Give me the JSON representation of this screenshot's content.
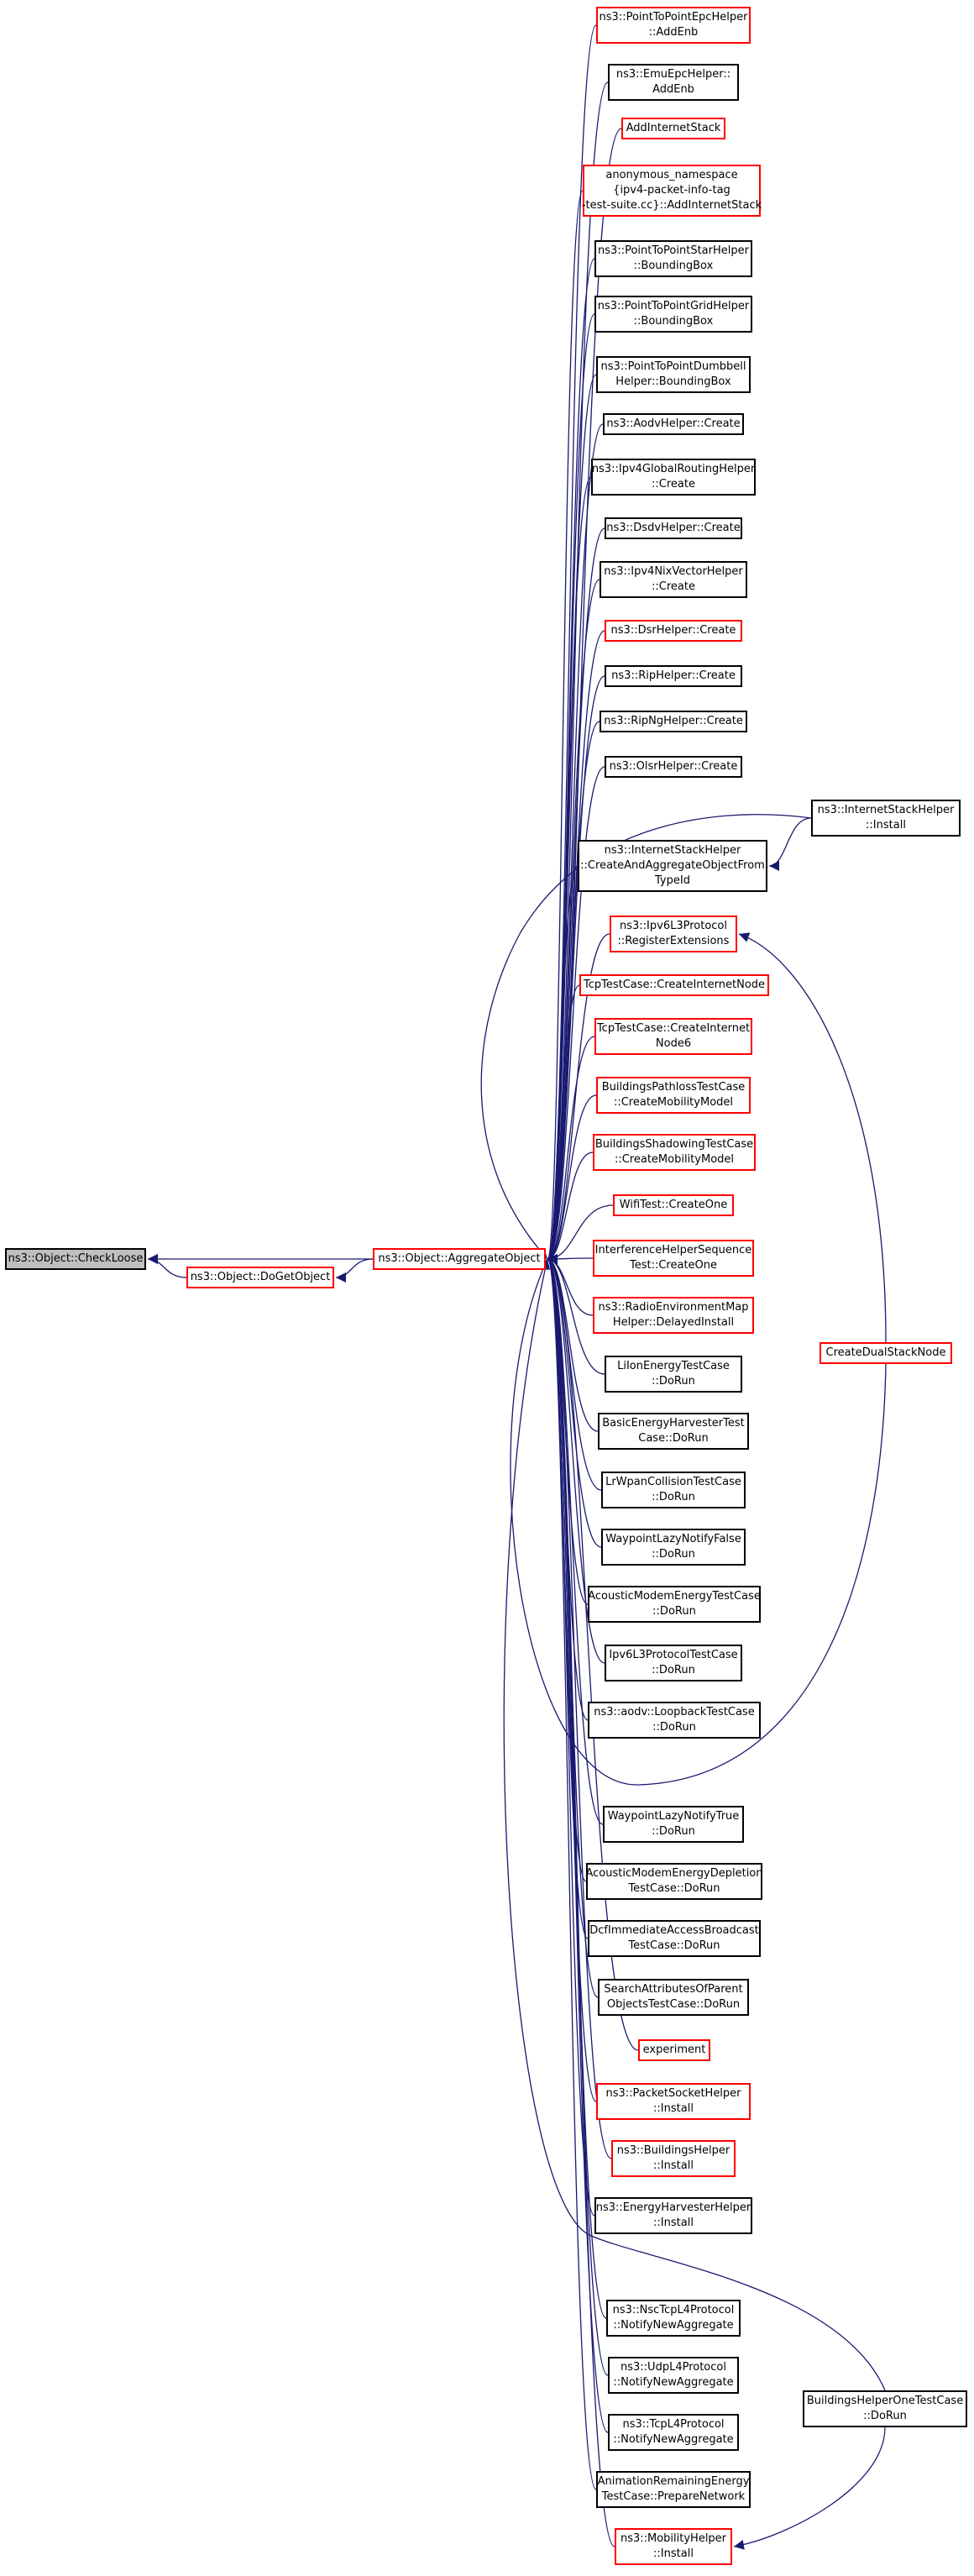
{
  "colors": {
    "edge": "#191970",
    "red_border": "#ff0000",
    "black_border": "#000000",
    "root_fill": "#bfbfbf"
  },
  "nodes": [
    {
      "id": "checkloose",
      "lines": [
        "ns3::Object::CheckLoose"
      ],
      "style": "root"
    },
    {
      "id": "dogetobject",
      "lines": [
        "ns3::Object::DoGetObject"
      ],
      "style": "red"
    },
    {
      "id": "aggregate",
      "lines": [
        "ns3::Object::AggregateObject"
      ],
      "style": "red"
    },
    {
      "id": "p2pepc_addenb",
      "lines": [
        "ns3::PointToPointEpcHelper",
        "::AddEnb"
      ],
      "style": "red"
    },
    {
      "id": "emuepc_addenb",
      "lines": [
        "ns3::EmuEpcHelper::",
        "AddEnb"
      ],
      "style": "black"
    },
    {
      "id": "addinternetstack",
      "lines": [
        "AddInternetStack"
      ],
      "style": "red"
    },
    {
      "id": "anon_addinternetstack",
      "lines": [
        "anonymous_namespace",
        "{ipv4-packet-info-tag",
        "-test-suite.cc}::AddInternetStack"
      ],
      "style": "red"
    },
    {
      "id": "star_bbox",
      "lines": [
        "ns3::PointToPointStarHelper",
        "::BoundingBox"
      ],
      "style": "black"
    },
    {
      "id": "grid_bbox",
      "lines": [
        "ns3::PointToPointGridHelper",
        "::BoundingBox"
      ],
      "style": "black"
    },
    {
      "id": "dumbbell_bbox",
      "lines": [
        "ns3::PointToPointDumbbell",
        "Helper::BoundingBox"
      ],
      "style": "black"
    },
    {
      "id": "aodv_create",
      "lines": [
        "ns3::AodvHelper::Create"
      ],
      "style": "black"
    },
    {
      "id": "ipv4global_create",
      "lines": [
        "ns3::Ipv4GlobalRoutingHelper",
        "::Create"
      ],
      "style": "black"
    },
    {
      "id": "dsdv_create",
      "lines": [
        "ns3::DsdvHelper::Create"
      ],
      "style": "black"
    },
    {
      "id": "ipv4nix_create",
      "lines": [
        "ns3::Ipv4NixVectorHelper",
        "::Create"
      ],
      "style": "black"
    },
    {
      "id": "dsr_create",
      "lines": [
        "ns3::DsrHelper::Create"
      ],
      "style": "red"
    },
    {
      "id": "rip_create",
      "lines": [
        "ns3::RipHelper::Create"
      ],
      "style": "black"
    },
    {
      "id": "ripng_create",
      "lines": [
        "ns3::RipNgHelper::Create"
      ],
      "style": "black"
    },
    {
      "id": "olsr_create",
      "lines": [
        "ns3::OlsrHelper::Create"
      ],
      "style": "black"
    },
    {
      "id": "inetstack_createagg",
      "lines": [
        "ns3::InternetStackHelper",
        "::CreateAndAggregateObjectFrom",
        "TypeId"
      ],
      "style": "black"
    },
    {
      "id": "ipv6l3_regext",
      "lines": [
        "ns3::Ipv6L3Protocol",
        "::RegisterExtensions"
      ],
      "style": "red"
    },
    {
      "id": "tcp_createnode",
      "lines": [
        "TcpTestCase::CreateInternetNode"
      ],
      "style": "red"
    },
    {
      "id": "tcp_createnode6",
      "lines": [
        "TcpTestCase::CreateInternet",
        "Node6"
      ],
      "style": "red"
    },
    {
      "id": "bpathloss_cmm",
      "lines": [
        "BuildingsPathlossTestCase",
        "::CreateMobilityModel"
      ],
      "style": "red"
    },
    {
      "id": "bshadow_cmm",
      "lines": [
        "BuildingsShadowingTestCase",
        "::CreateMobilityModel"
      ],
      "style": "red"
    },
    {
      "id": "wifi_createone",
      "lines": [
        "WifiTest::CreateOne"
      ],
      "style": "red"
    },
    {
      "id": "interf_createone",
      "lines": [
        "InterferenceHelperSequence",
        "Test::CreateOne"
      ],
      "style": "red"
    },
    {
      "id": "rem_delayed",
      "lines": [
        "ns3::RadioEnvironmentMap",
        "Helper::DelayedInstall"
      ],
      "style": "red"
    },
    {
      "id": "liion_dorun",
      "lines": [
        "LiIonEnergyTestCase",
        "::DoRun"
      ],
      "style": "black"
    },
    {
      "id": "basicharv_dorun",
      "lines": [
        "BasicEnergyHarvesterTest",
        "Case::DoRun"
      ],
      "style": "black"
    },
    {
      "id": "lrwpan_dorun",
      "lines": [
        "LrWpanCollisionTestCase",
        "::DoRun"
      ],
      "style": "black"
    },
    {
      "id": "waypointfalse_dorun",
      "lines": [
        "WaypointLazyNotifyFalse",
        "::DoRun"
      ],
      "style": "black"
    },
    {
      "id": "acoustic_dorun",
      "lines": [
        "AcousticModemEnergyTestCase",
        "::DoRun"
      ],
      "style": "black"
    },
    {
      "id": "ipv6l3_dorun",
      "lines": [
        "Ipv6L3ProtocolTestCase",
        "::DoRun"
      ],
      "style": "black"
    },
    {
      "id": "aodv_loopback",
      "lines": [
        "ns3::aodv::LoopbackTestCase",
        "::DoRun"
      ],
      "style": "black"
    },
    {
      "id": "waypointtrue_dorun",
      "lines": [
        "WaypointLazyNotifyTrue",
        "::DoRun"
      ],
      "style": "black"
    },
    {
      "id": "acousticdepl_dorun",
      "lines": [
        "AcousticModemEnergyDepletion",
        "TestCase::DoRun"
      ],
      "style": "black"
    },
    {
      "id": "dcf_dorun",
      "lines": [
        "DcfImmediateAccessBroadcast",
        "TestCase::DoRun"
      ],
      "style": "black"
    },
    {
      "id": "searchattr_dorun",
      "lines": [
        "SearchAttributesOfParent",
        "ObjectsTestCase::DoRun"
      ],
      "style": "black"
    },
    {
      "id": "experiment",
      "lines": [
        "experiment"
      ],
      "style": "red"
    },
    {
      "id": "packetsocket_install",
      "lines": [
        "ns3::PacketSocketHelper",
        "::Install"
      ],
      "style": "red"
    },
    {
      "id": "buildings_install",
      "lines": [
        "ns3::BuildingsHelper",
        "::Install"
      ],
      "style": "red"
    },
    {
      "id": "energyharv_install",
      "lines": [
        "ns3::EnergyHarvesterHelper",
        "::Install"
      ],
      "style": "black"
    },
    {
      "id": "nsctcp_notify",
      "lines": [
        "ns3::NscTcpL4Protocol",
        "::NotifyNewAggregate"
      ],
      "style": "black"
    },
    {
      "id": "udpl4_notify",
      "lines": [
        "ns3::UdpL4Protocol",
        "::NotifyNewAggregate"
      ],
      "style": "black"
    },
    {
      "id": "tcpl4_notify",
      "lines": [
        "ns3::TcpL4Protocol",
        "::NotifyNewAggregate"
      ],
      "style": "black"
    },
    {
      "id": "animation_prepare",
      "lines": [
        "AnimationRemainingEnergy",
        "TestCase::PrepareNetwork"
      ],
      "style": "black"
    },
    {
      "id": "mobility_install",
      "lines": [
        "ns3::MobilityHelper",
        "::Install"
      ],
      "style": "red"
    },
    {
      "id": "inetstack_install",
      "lines": [
        "ns3::InternetStackHelper",
        "::Install"
      ],
      "style": "black"
    },
    {
      "id": "createdualstack",
      "lines": [
        "CreateDualStackNode"
      ],
      "style": "red"
    },
    {
      "id": "bhelperone_dorun",
      "lines": [
        "BuildingsHelperOneTestCase",
        "::DoRun"
      ],
      "style": "black"
    }
  ]
}
